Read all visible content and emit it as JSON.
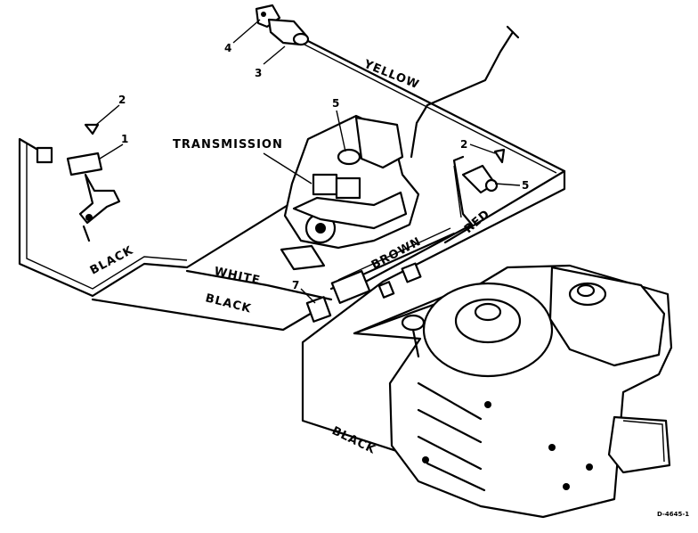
{
  "diagram": {
    "wire_labels": {
      "yellow": "YELLOW",
      "black_left": "BLACK",
      "white": "WHITE",
      "black_lower": "BLACK",
      "brown": "BROWN",
      "red": "RED",
      "black_engine": "BLACK"
    },
    "component_label": "TRANSMISSION",
    "callouts": {
      "c4": "4",
      "c3": "3",
      "c2_left": "2",
      "c1": "1",
      "c5_top": "5",
      "c2_right": "2",
      "c5_right": "5",
      "c7": "7"
    },
    "figure_id": "D-4645-1"
  }
}
